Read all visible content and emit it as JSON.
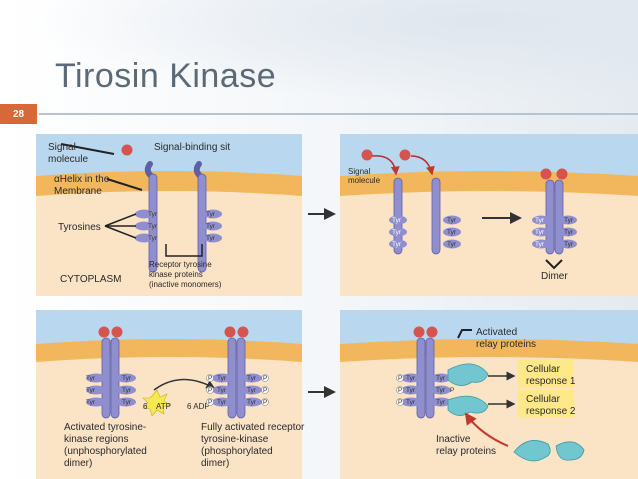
{
  "slide": {
    "title": "Tirosin Kinase",
    "number": "28"
  },
  "panel1": {
    "signal": "Signal",
    "molecule": "molecule",
    "signal_binding": "Signal-binding sit",
    "helix_1": "αHelix in the",
    "helix_2": "Membrane",
    "tyrosines": "Tyrosines",
    "cytoplasm": "CYTOPLASM",
    "receptor_1": "Receptor tyrosine",
    "receptor_2": "kinase proteins",
    "receptor_3": "(inactive monomers)",
    "tyr": "Tyr"
  },
  "panel2": {
    "signal": "Signal",
    "molecule": "molecule",
    "dimer": "Dimer",
    "tyr": "Tyr"
  },
  "panel3": {
    "atp": "ATP",
    "atp_count": "6",
    "adp": "6 ADP",
    "tyr": "Tyr",
    "p": "P",
    "activated_1": "Activated tyrosine-",
    "activated_2": "kinase regions",
    "activated_3": "(unphosphorylated",
    "activated_4": "dimer)",
    "fully_1": "Fully activated receptor",
    "fully_2": "tyrosine-kinase",
    "fully_3": "(phosphorylated",
    "fully_4": "dimer)"
  },
  "panel4": {
    "activated_1": "Activated",
    "activated_2": "relay proteins",
    "response1_1": "Cellular",
    "response1_2": "response 1",
    "response2_1": "Cellular",
    "response2_2": "response 2",
    "inactive_1": "Inactive",
    "inactive_2": "relay proteins",
    "tyr": "Tyr",
    "p": "P"
  },
  "colors": {
    "extracellular": "#b9d8f0",
    "membrane": "#f2b75c",
    "cytoplasm": "#fbe3c6",
    "receptor": "#8f8fd0",
    "receptor_edge": "#5f5fa5",
    "signal": "#d7534f",
    "relay": "#72c6cf",
    "response": "#ffe88a",
    "slide_number_bg": "#d7683a"
  }
}
